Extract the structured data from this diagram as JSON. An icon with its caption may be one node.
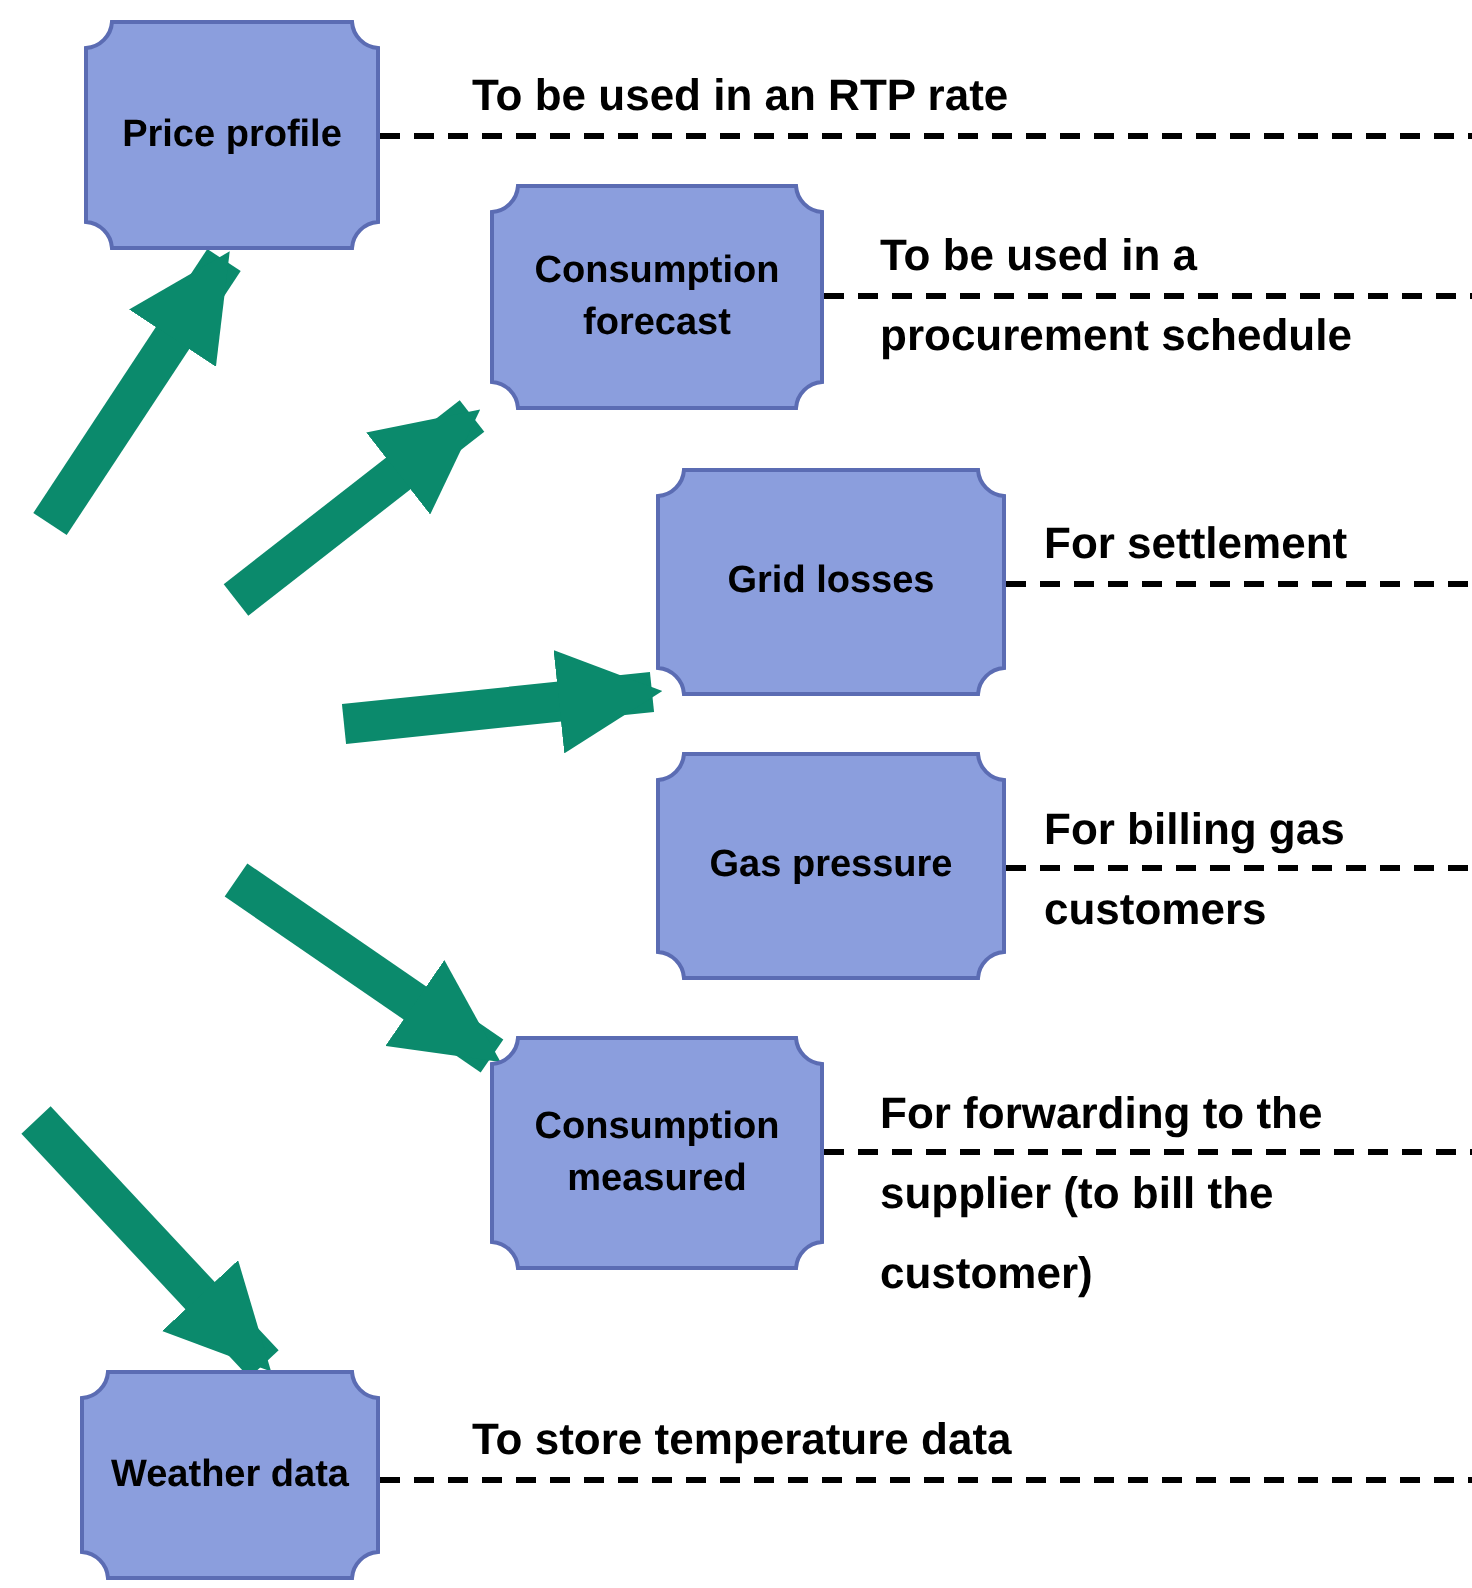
{
  "diagram": {
    "nodes": [
      {
        "text": [
          "Price profile"
        ]
      },
      {
        "text": [
          "Consumption forecast"
        ]
      },
      {
        "text": [
          "Grid losses"
        ]
      },
      {
        "text": [
          "Gas pressure"
        ]
      },
      {
        "text": [
          "Consumption measured"
        ]
      },
      {
        "text": [
          "Weather data"
        ]
      }
    ],
    "edges": [
      {
        "from": null,
        "to": 0,
        "arrow": "to",
        "style": "thick",
        "color": "#0b8a6c"
      },
      {
        "from": null,
        "to": 1,
        "arrow": "to",
        "style": "thick",
        "color": "#0b8a6c"
      },
      {
        "from": null,
        "to": 2,
        "arrow": "to",
        "style": "thick",
        "color": "#0b8a6c"
      },
      {
        "from": null,
        "to": 4,
        "arrow": "to",
        "style": "thick",
        "color": "#0b8a6c"
      },
      {
        "from": null,
        "to": 5,
        "arrow": "to",
        "style": "thick",
        "color": "#0b8a6c"
      },
      {
        "from": 0,
        "to": null,
        "arrow": "none",
        "style": "dashed",
        "label": "To be used in an RTP rate"
      },
      {
        "from": 1,
        "to": null,
        "arrow": "none",
        "style": "dashed",
        "label": "To be used in a procurement schedule"
      },
      {
        "from": 2,
        "to": null,
        "arrow": "none",
        "style": "dashed",
        "label": "For settlement"
      },
      {
        "from": 3,
        "to": null,
        "arrow": "none",
        "style": "dashed",
        "label": "For billing gas customers"
      },
      {
        "from": 4,
        "to": null,
        "arrow": "none",
        "style": "dashed",
        "label": "For forwarding to the supplier (to bill the customer)"
      },
      {
        "from": 5,
        "to": null,
        "arrow": "none",
        "style": "dashed",
        "label": "To store temperature data"
      }
    ]
  }
}
